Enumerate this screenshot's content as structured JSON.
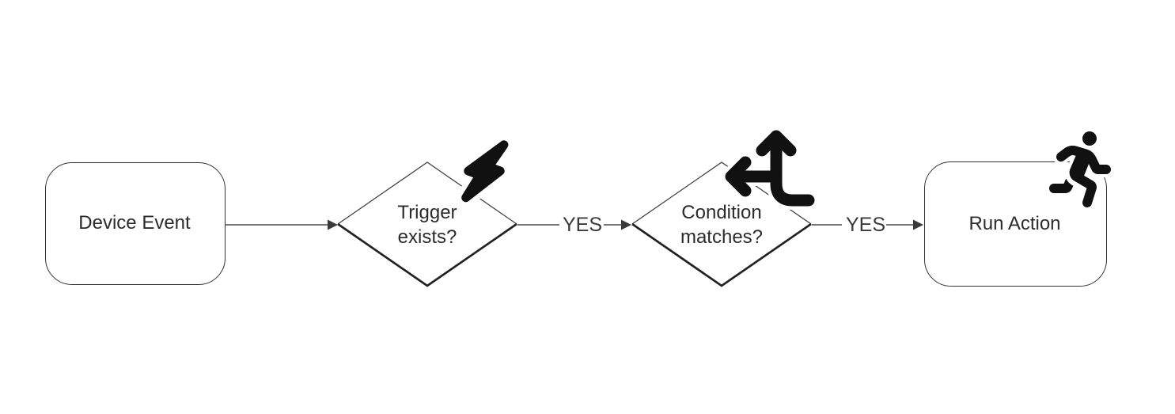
{
  "diagram": {
    "type": "flowchart",
    "direction": "left-to-right",
    "nodes": [
      {
        "id": "device_event",
        "shape": "rounded-rectangle",
        "label": "Device Event",
        "icon": null
      },
      {
        "id": "trigger_exists",
        "shape": "decision-diamond",
        "label": "Trigger exists?",
        "icon": "bolt-icon"
      },
      {
        "id": "condition_matches",
        "shape": "decision-diamond",
        "label": "Condition matches?",
        "icon": "arrows-split-up-and-left-icon"
      },
      {
        "id": "run_action",
        "shape": "rounded-rectangle",
        "label": "Run Action",
        "icon": "person-running-icon"
      }
    ],
    "edges": [
      {
        "from": "device_event",
        "to": "trigger_exists",
        "label": ""
      },
      {
        "from": "trigger_exists",
        "to": "condition_matches",
        "label": "YES"
      },
      {
        "from": "condition_matches",
        "to": "run_action",
        "label": "YES"
      }
    ],
    "colors": {
      "background": "#ffffff",
      "shape_stroke": "#333333",
      "edge_stroke": "#4a4a4a",
      "text": "#2b2b2b",
      "icon": "#111111"
    }
  }
}
